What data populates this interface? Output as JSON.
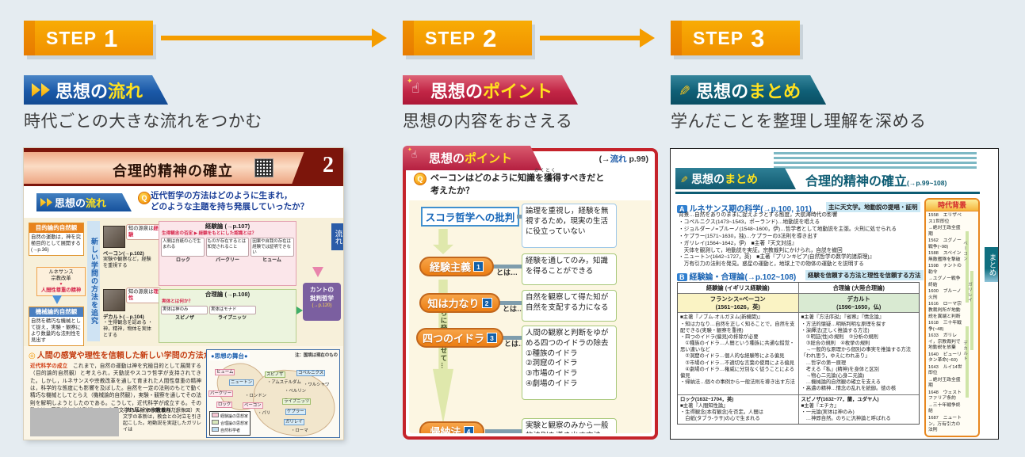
{
  "colors": {
    "background": "#e5ecf1",
    "step_orange": "#f49c00",
    "flow_blue": "#1b59a8",
    "point_red": "#c22646",
    "summary_teal": "#0f5f76",
    "accent_yellow": "#ffe11e"
  },
  "icons": {
    "question_badge": "Q",
    "double_chevron": "▶▶",
    "hand_pointer": "☝",
    "sparkle": "✦",
    "pencil": "✎"
  },
  "steps": [
    {
      "word": "STEP",
      "num": "1",
      "banner_prefix": "思想の",
      "banner_accent": "流れ",
      "desc": "時代ごとの大きな流れをつかむ"
    },
    {
      "word": "STEP",
      "num": "2",
      "banner_prefix": "思想の",
      "banner_accent": "ポイント",
      "desc": "思想の内容をおさえる"
    },
    {
      "word": "STEP",
      "num": "3",
      "banner_prefix": "思想の",
      "banner_accent": "まとめ",
      "desc": "学んだことを整理し理解を深める"
    }
  ],
  "page1": {
    "title": "合理的精神の確立",
    "chapter_num": "2",
    "flow_banner_prefix": "思想の",
    "flow_banner_accent": "流れ",
    "question_line1": "近代哲学の方法はどのように生まれ，",
    "question_line2": "どのような主題を持ち発展していったか？",
    "side_tab": "流れ",
    "diagram": {
      "teleology_title": "目的論的自然観",
      "teleology_body": "自然の運動は，神を究極目的として展開する(→p.36)",
      "ren_1": "ルネサンス",
      "ren_2": "宗教改革",
      "humanity": "人間性尊重の精神",
      "mechanism_title": "機械論的自然観",
      "mechanism_body": "自然を精巧な機械として捉え，実験・観察により数量的な法則性を見出す",
      "ribbon": "新しい学問の方法を追究",
      "bacon_bubble_pre": "知の源泉は",
      "bacon_bubble_acc": "経験",
      "bacon_name": "ベーコン(→p.102)",
      "bacon_note": "実験や観察など，経験を重視する",
      "descartes_bubble_pre": "知の源泉は",
      "descartes_bubble_acc": "理性",
      "descartes_name": "デカルト(→p.104)",
      "descartes_note": "・生得観念を認める ・神，精神，物体を実体とする",
      "empiricism_title": "経験論 (→p.107)",
      "empiricism_sub": "生得観念の否定 ▶ 経験をもとにした認識とは？",
      "empiricism_items": [
        "人間は白紙の心で生まれる",
        "ものが存在するとは知覚されること",
        "因果や自我の存在は経験では証明できない"
      ],
      "empiricism_names": [
        "ロック",
        "バークリー",
        "ヒューム"
      ],
      "rationalism_title": "合理論 (→p.108)",
      "rationalism_sub": "実体とは何か？",
      "rationalism_items": [
        "実体は神のみ",
        "実体はモナド"
      ],
      "rationalism_names": [
        "スピノザ",
        "ライプニッツ"
      ],
      "kant_line1": "カントの",
      "kant_line2": "批判哲学",
      "kant_ref": "(→p.120)"
    },
    "section_heading": "人間の感覚や理性を信頼した新しい学問の方法が生まれた",
    "para_lead": "近代科学の成立",
    "para_body": "　これまで，自然の運動は神を究極目的として展開する（目的論的自然観）と考えられ，天動説やスコラ哲学が支持されてきた。しかし，ルネサンスや宗教改革を通して育まれた人間性尊重の精神は，科学的な態度にも影響を及ぼした。自然を一定の法則のもとで動く精巧な機械としてとらえ（機械論的自然観），実験・観察を通してその法則を解明しようとしたのである。こうして，近代科学が成立する。その動きは，天動説から地動説へという天文学の革新から始まった。",
    "caption_lead": "◁ガリレイの宗教裁判",
    "caption_body": "（想像図）天文学の革新は，教会との対立を引き起こした。地動説を実証したガリレイは",
    "map": {
      "title": "●思想の舞台●",
      "note": "注：国境は現在のもの",
      "labels": [
        {
          "text": "ヒューム",
          "type": "empiricist"
        },
        {
          "text": "ニュートン",
          "type": "scientist"
        },
        {
          "text": "バークリー",
          "type": "empiricist"
        },
        {
          "text": "ロック",
          "type": "empiricist"
        },
        {
          "text": "ロンドン",
          "type": "city"
        },
        {
          "text": "ベーコン",
          "type": "empiricist"
        },
        {
          "text": "パリ",
          "type": "city"
        },
        {
          "text": "デカルト",
          "type": "rationalist"
        },
        {
          "text": "スピノザ",
          "type": "rationalist"
        },
        {
          "text": "アムステルダム",
          "type": "city"
        },
        {
          "text": "コペルニクス",
          "type": "scientist"
        },
        {
          "text": "ワルシャワ",
          "type": "city"
        },
        {
          "text": "ベルリン",
          "type": "city"
        },
        {
          "text": "ライプニッツ",
          "type": "rationalist"
        },
        {
          "text": "ケプラー",
          "type": "scientist"
        },
        {
          "text": "ガリレイ",
          "type": "scientist"
        },
        {
          "text": "ローマ",
          "type": "city"
        }
      ],
      "legend": [
        "経験論の思想家",
        "合理論の思想家",
        "自然科学者"
      ]
    }
  },
  "page2": {
    "banner_prefix": "思想の",
    "banner_accent": "ポイント",
    "ref_open": "(→",
    "ref_label": "流れ",
    "ref_close": " p.99)",
    "q_line1": "ベーコンはどのように知識を獲得すべきだと",
    "q_line2": "考えたか？",
    "furigana": "かくとく",
    "criticism_box": "スコラ哲学への批判",
    "criticism_desc": "論理を重視し，経験を無視するため，現実の生活に役立っていない",
    "conn": "とは…",
    "arrow_label": "さらに発展させて…",
    "flow": [
      {
        "box": "経験主義",
        "num": "1",
        "desc": "経験を通してのみ，知識を得ることができる"
      },
      {
        "box": "知は力なり",
        "num": "2",
        "desc": "自然を観察して得た知が自然を支配する力になる"
      },
      {
        "box": "四つのイドラ",
        "num": "3",
        "desc": "人間の観察と判断をゆがめる四つのイドラの除去",
        "items": [
          "①種族のイドラ",
          "②洞窟のイドラ",
          "③市場のイドラ",
          "④劇場のイドラ"
        ]
      },
      {
        "box": "帰納法",
        "num": "4",
        "desc": "実験と観察のみから一般的法則を導き出す方法"
      }
    ]
  },
  "page3": {
    "banner_prefix": "思想の",
    "banner_accent": "まとめ",
    "title": "合理的精神の確立",
    "title_ref": "(→p.99~108)",
    "side_tab": "まとめ",
    "sectionA": {
      "label": "A",
      "heading": "ルネサンス期の科学(→p.100, 101)",
      "note": "主に天文学。地動説の提唱・証明",
      "lines": [
        "背景…自然をありのままに捉えようとする態度，大航海時代の影響",
        "・コペルニクス(1473~1543，ポーランド)…地動説を唱える",
        "・ジョルダーノ=ブルーノ(1548~1600，伊)…哲学者として地動説を主張。火刑に処せられる",
        "・ケプラー(1571~1630，独)…ケプラーの3法則を導き出す",
        "・ガリレイ(1564~1642，伊)　■主著『天文対話』",
        "　天体を観測して，地動説を実証。宗教裁判にかけられ，自説を撤回",
        "・ニュートン(1642~1727，英)　■主著『プリンキピア(自然哲学の数学的諸原理)』",
        "　万有引力の法則を発見。惑星の運動と，地球上での物体の運動とを説明する"
      ]
    },
    "sectionB": {
      "label": "B",
      "heading": "経験論・合理論(→p.102~108)",
      "note": "経験を信頼する方法と理性を信頼する方法"
    },
    "table": {
      "head_left": "経験論 (イギリス経験論)",
      "head_right": "合理論 (大陸合理論)",
      "name_left": "フランシス=ベーコン",
      "years_left": "(1561~1626，英)",
      "name_right": "デカルト",
      "years_right": "(1596~1650，仏)",
      "left_lines": [
        "■主著『ノブム-オルガヌム(新機関)』",
        "・知は力なり…自然を正しく知ることで，自然を支配できる(実験・観察を重視)",
        "・四つのイドラ(偏見)の排除が必要",
        "　①種族のイドラ…人間という種族に共通な錯覚・思い違いなど",
        "　②洞窟のイドラ…個人的な経験等による偏見",
        "　③市場のイドラ…不適切な言葉の使用による偏見",
        "　④劇場のイドラ…権威に分別なく従うことによる偏見",
        "・帰納法…個々の事例から一般法則を導き出す方法"
      ],
      "right_lines": [
        "■主著『方法序説』『省察』『情念論』",
        "・方法的懐疑…明晰判明な原理を探す",
        "・演繹法(正しく推論する方法)",
        "　①明証(性)の規則　②分析の規則",
        "　③総合の規則　④枚挙の規則",
        "　→一般的な原理から個別の事実を推論する方法",
        "「われ思う，ゆえにわれあり」",
        "　…哲学の第一原理",
        "　考える「私」(精神)を身体と区別",
        "　→物心二元論(心身二元論)",
        "　…機械論的自然観の確立を支える",
        "・高邁の精神…情念の乱れを統御。徳の核"
      ],
      "bottom_left_lines": [
        "ロック(1632~1704，英)",
        "■主著『人間知性論』",
        "・生得観念(本有観念)を否定。人間は",
        "　白紙(タブラ-ラサ)の心で生まれる"
      ],
      "bottom_right_lines": [
        "スピノザ(1632~77，蘭，ユダヤ人)",
        "■主著『エチカ』",
        "・一元論(実体は神のみ)",
        "　…神即自然。のちに汎神論と呼ばれる"
      ]
    },
    "timeline": {
      "title": "時代背景",
      "entries": [
        "1558　エリザベス1世即位",
        "→絶対王政全盛期",
        "1562　ユグノー戦争(~98)",
        "1588　スペイン無敵艦隊を撃破",
        "1598　ナントの勅令",
        "→ユグノー戦争終結",
        "1600　ブルーノ火刑",
        "1616　ローマ宗教裁判所が地動説を異端と判断",
        "1618　三十年戦争(~48)",
        "1633　ガリレイ，宗教裁判で地動説を放棄",
        "1640　ピューリタン革命(~60)",
        "1643　ルイ14世即位",
        "→絶対王政全盛期",
        "1648　ウェストファリア条約",
        "→三十年戦争終結",
        "1687　ニュートン，万有引力の法則"
      ],
      "persons": [
        "ベーコン",
        "ガリレイ",
        "デカルト"
      ]
    }
  }
}
